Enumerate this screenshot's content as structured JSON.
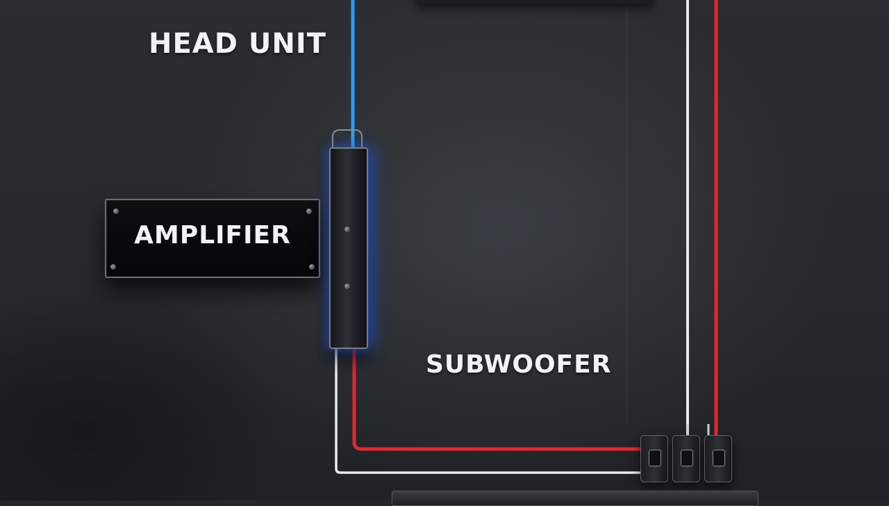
{
  "labels": {
    "head_unit": "HEAD UNIT",
    "amplifier": "AMPLIFIER",
    "subwoofer": "SUBWOOFER"
  },
  "colors": {
    "background": "#24272b",
    "signal_wire": "#2a9df4",
    "power_wire": "#e8262e",
    "ground_wire": "#e9ecef",
    "glow": "#2864ff"
  }
}
